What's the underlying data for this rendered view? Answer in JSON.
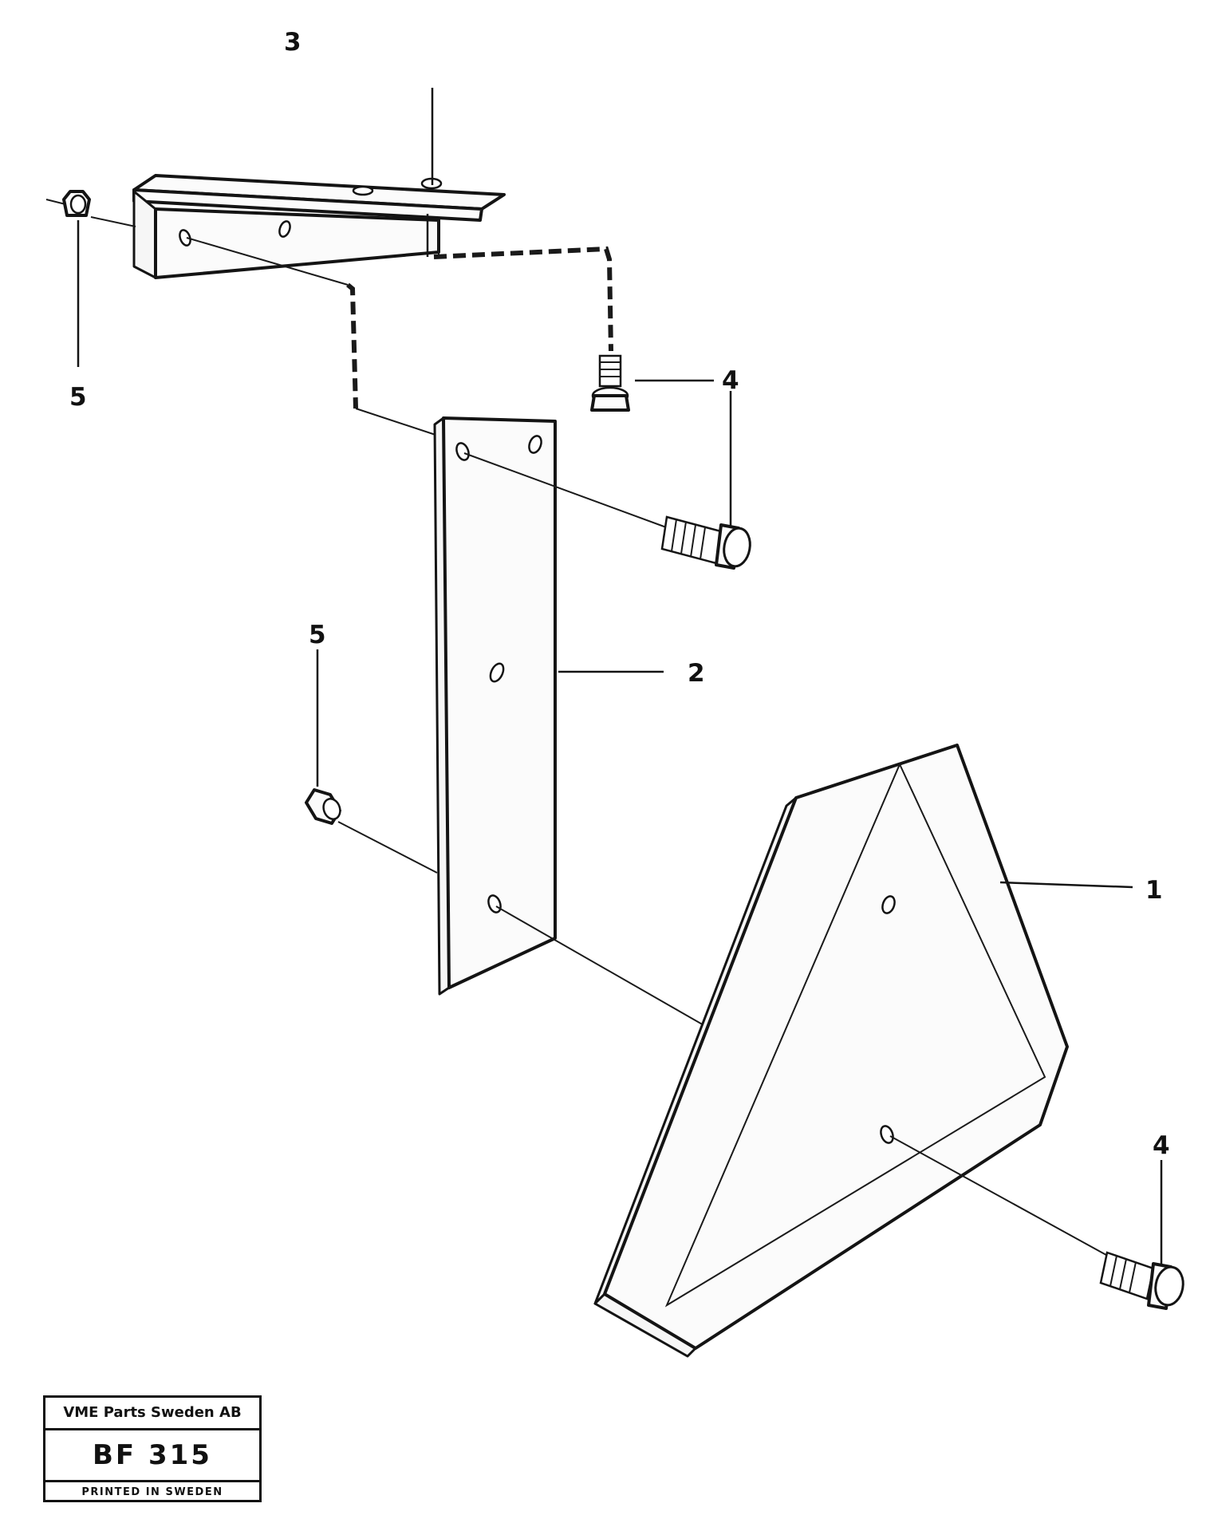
{
  "callouts": {
    "bracket": "3",
    "nut_upper": "5",
    "bolt_upper": "4",
    "plate": "2",
    "nut_middle": "5",
    "reflector": "1",
    "bolt_lower": "4"
  },
  "stamp": {
    "company": "VME Parts Sweden AB",
    "code": "BF 315",
    "printed": "PRINTED IN SWEDEN"
  }
}
